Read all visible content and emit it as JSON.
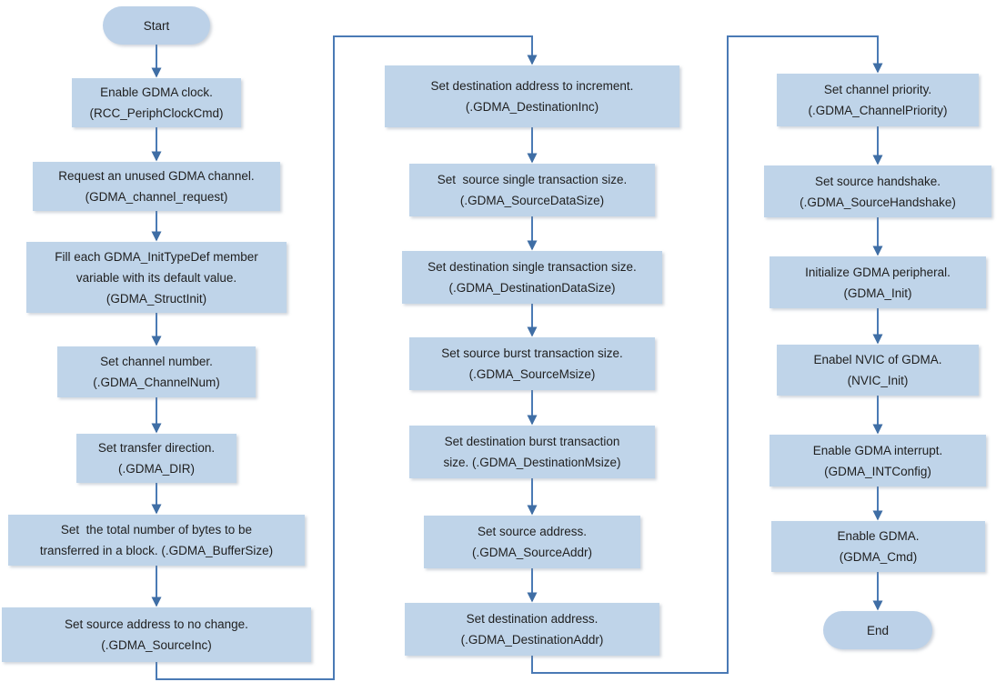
{
  "flow": {
    "col1": [
      {
        "id": "start",
        "type": "terminator",
        "text": "Start"
      },
      {
        "id": "enable-gdma-clock",
        "type": "process",
        "text": "Enable GDMA clock.\n(RCC_PeriphClockCmd)"
      },
      {
        "id": "request-channel",
        "type": "process",
        "text": "Request an unused GDMA channel.\n(GDMA_channel_request)"
      },
      {
        "id": "struct-init",
        "type": "process",
        "text": "Fill each GDMA_InitTypeDef member\nvariable with its default value.\n(GDMA_StructInit)"
      },
      {
        "id": "channel-num",
        "type": "process",
        "text": "Set channel number.\n(.GDMA_ChannelNum)"
      },
      {
        "id": "transfer-direction",
        "type": "process",
        "text": "Set transfer direction.\n(.GDMA_DIR)"
      },
      {
        "id": "buffer-size",
        "type": "process",
        "text": "Set  the total number of bytes to be\ntransferred in a block. (.GDMA_BufferSize)"
      },
      {
        "id": "source-inc",
        "type": "process",
        "text": "Set source address to no change.\n(.GDMA_SourceInc)"
      }
    ],
    "col2": [
      {
        "id": "destination-inc",
        "type": "process",
        "text": "Set destination address to increment.\n(.GDMA_DestinationInc)"
      },
      {
        "id": "source-data-size",
        "type": "process",
        "text": "Set  source single transaction size.\n(.GDMA_SourceDataSize)"
      },
      {
        "id": "destination-data-size",
        "type": "process",
        "text": "Set destination single transaction size.\n(.GDMA_DestinationDataSize)"
      },
      {
        "id": "source-msize",
        "type": "process",
        "text": "Set source burst transaction size.\n(.GDMA_SourceMsize)"
      },
      {
        "id": "destination-msize",
        "type": "process",
        "text": "Set destination burst transaction\nsize. (.GDMA_DestinationMsize)"
      },
      {
        "id": "source-addr",
        "type": "process",
        "text": "Set source address.\n(.GDMA_SourceAddr)"
      },
      {
        "id": "destination-addr",
        "type": "process",
        "text": "Set destination address.\n(.GDMA_DestinationAddr)"
      }
    ],
    "col3": [
      {
        "id": "channel-priority",
        "type": "process",
        "text": "Set channel priority.\n(.GDMA_ChannelPriority)"
      },
      {
        "id": "source-handshake",
        "type": "process",
        "text": "Set source handshake.\n(.GDMA_SourceHandshake)"
      },
      {
        "id": "gdma-init",
        "type": "process",
        "text": "Initialize GDMA peripheral.\n(GDMA_Init)"
      },
      {
        "id": "nvic-init",
        "type": "process",
        "text": "Enabel NVIC of GDMA.\n(NVIC_Init)"
      },
      {
        "id": "gdma-int-config",
        "type": "process",
        "text": "Enable GDMA interrupt.\n(GDMA_INTConfig)"
      },
      {
        "id": "gdma-cmd",
        "type": "process",
        "text": "Enable GDMA.\n(GDMA_Cmd)"
      },
      {
        "id": "end",
        "type": "terminator",
        "text": "End"
      }
    ],
    "edges": [
      {
        "from": "start",
        "to": "enable-gdma-clock"
      },
      {
        "from": "enable-gdma-clock",
        "to": "request-channel"
      },
      {
        "from": "request-channel",
        "to": "struct-init"
      },
      {
        "from": "struct-init",
        "to": "channel-num"
      },
      {
        "from": "channel-num",
        "to": "transfer-direction"
      },
      {
        "from": "transfer-direction",
        "to": "buffer-size"
      },
      {
        "from": "buffer-size",
        "to": "source-inc"
      },
      {
        "from": "source-inc",
        "to": "destination-inc"
      },
      {
        "from": "destination-inc",
        "to": "source-data-size"
      },
      {
        "from": "source-data-size",
        "to": "destination-data-size"
      },
      {
        "from": "destination-data-size",
        "to": "source-msize"
      },
      {
        "from": "source-msize",
        "to": "destination-msize"
      },
      {
        "from": "destination-msize",
        "to": "source-addr"
      },
      {
        "from": "source-addr",
        "to": "destination-addr"
      },
      {
        "from": "destination-addr",
        "to": "channel-priority"
      },
      {
        "from": "channel-priority",
        "to": "source-handshake"
      },
      {
        "from": "source-handshake",
        "to": "gdma-init"
      },
      {
        "from": "gdma-init",
        "to": "nvic-init"
      },
      {
        "from": "nvic-init",
        "to": "gdma-int-config"
      },
      {
        "from": "gdma-int-config",
        "to": "gdma-cmd"
      },
      {
        "from": "gdma-cmd",
        "to": "end"
      }
    ],
    "colors": {
      "shape_fill": "#bfd4e9",
      "terminator_fill": "#bcd1e8",
      "connector": "#4a7ab5",
      "text": "#1f1f1f",
      "background": "#ffffff"
    }
  }
}
